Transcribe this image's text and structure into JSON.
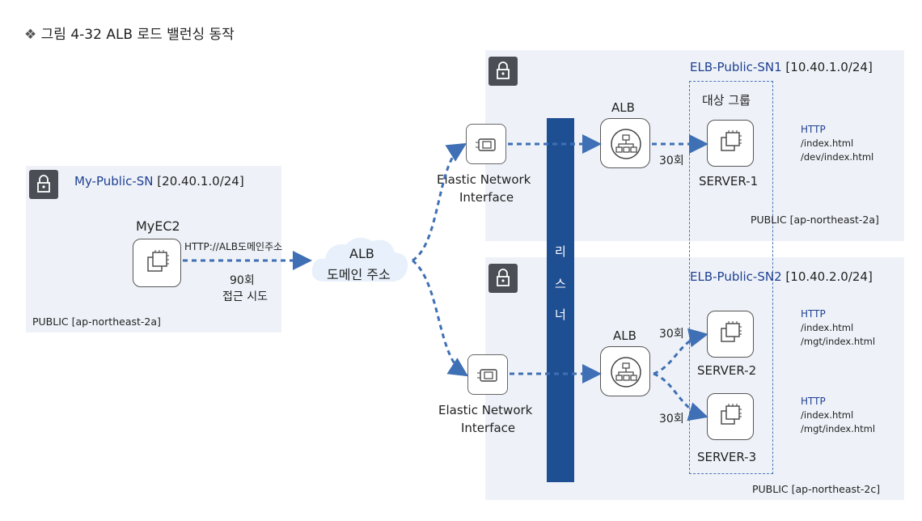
{
  "figure": {
    "caption_prefix": "❖",
    "caption": "그림 4-32 ALB 로드 밸런싱 동작"
  },
  "left_subnet": {
    "label": "My-Public-SN",
    "cidr": "[20.40.1.0/24]",
    "instance": "MyEC2",
    "http_label": "HTTP://ALB도메인주소",
    "count": "90회",
    "count_desc": "접근 시도",
    "az": "PUBLIC [ap-northeast-2a]"
  },
  "alb_domain": {
    "line1": "ALB",
    "line2": "도메인 주소"
  },
  "eni": {
    "top_line1": "Elastic Network",
    "top_line2": "Interface",
    "bottom_line1": "Elastic Network",
    "bottom_line2": "Interface"
  },
  "listener": [
    "리",
    "스",
    "너"
  ],
  "alb_nodes": {
    "top": "ALB",
    "bottom": "ALB"
  },
  "target_group": {
    "label": "대상 그룹"
  },
  "subnet1": {
    "label": "ELB-Public-SN1",
    "cidr": "[10.40.1.0/24]",
    "az": "PUBLIC [ap-northeast-2a]"
  },
  "subnet2": {
    "label": "ELB-Public-SN2",
    "cidr": "[10.40.2.0/24]",
    "az": "PUBLIC [ap-northeast-2c]"
  },
  "servers": [
    {
      "name": "SERVER-1",
      "count": "30회",
      "proto": "HTTP",
      "path1": "/index.html",
      "path2": "/dev/index.html"
    },
    {
      "name": "SERVER-2",
      "count": "30회",
      "proto": "HTTP",
      "path1": "/index.html",
      "path2": "/mgt/index.html"
    },
    {
      "name": "SERVER-3",
      "count": "30회",
      "proto": "HTTP",
      "path1": "/index.html",
      "path2": "/mgt/index.html"
    }
  ],
  "colors": {
    "arrow": "#3f6fb4",
    "listener": "#1f4f93",
    "panel": "#eef2f8",
    "lock": "#4b4f55",
    "subnet_label": "#1e3f91"
  }
}
